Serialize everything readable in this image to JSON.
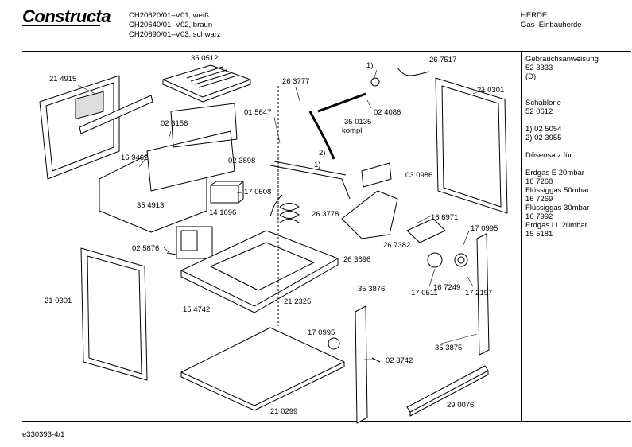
{
  "header": {
    "brand": "Constructa",
    "models": [
      "CH20620/01–V01, weiß",
      "CH20640/01–V02, braun",
      "CH20690/01–V03, schwarz"
    ],
    "title": "HERDE",
    "subtitle": "Gas–Einbauherde"
  },
  "sidebar": {
    "lines": [
      "Gebrauchsanweisung",
      "52 3333",
      "(D)",
      "",
      "Schablone",
      "52 0612",
      "",
      "1) 02 5054",
      "2) 02 3955",
      "",
      "Düsensatz für:",
      "",
      "Erdgas E 20mbar",
      "16 7268",
      "Flüssiggas 50mbar",
      "16 7269",
      "Flüssiggas 30mbar",
      "16 7992",
      "Erdgas LL 20mbar",
      "15 5181"
    ]
  },
  "parts": [
    "21 4915",
    "35 0512",
    "26 3777",
    "1)",
    "26 7517",
    "21 0301",
    "02 4086",
    "01 5647",
    "35 0135",
    "kompl.",
    "02 3156",
    "16 9462",
    "02 3898",
    "2)",
    "1)",
    "03 0986",
    "17 0508",
    "35 4913",
    "14 1696",
    "26 3778",
    "16 6971",
    "26 7382",
    "17 0995",
    "26 3896",
    "02 5876",
    "21 0301",
    "15 4742",
    "21 2325",
    "35 3876",
    "17 0511",
    "16 7249",
    "17 2197",
    "17 0995",
    "02 3742",
    "35 3875",
    "21 0299",
    "29 0076"
  ],
  "footer": {
    "doc_id": "e330393-4/1"
  }
}
